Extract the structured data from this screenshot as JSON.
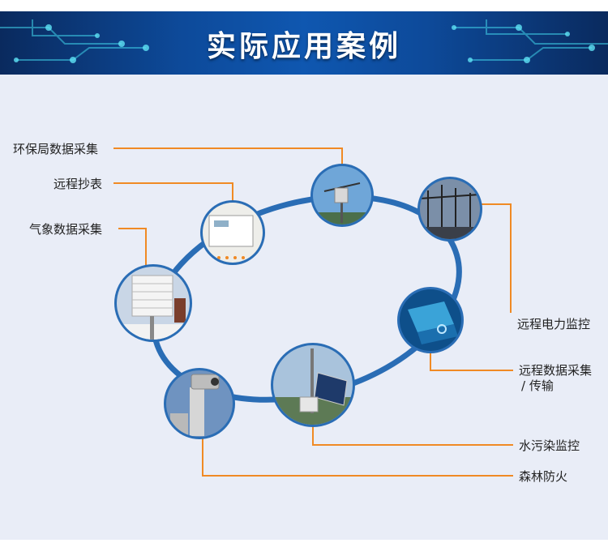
{
  "banner": {
    "title": "实际应用案例"
  },
  "colors": {
    "ring": "#2a6db5",
    "leader": "#f08a24",
    "banner": "#0d4a9a",
    "panel": "#e9edf7"
  },
  "applications": [
    {
      "label": "环保局数据采集",
      "icon": "weather-station-icon"
    },
    {
      "label": "远程抄表",
      "icon": "electric-meter-icon"
    },
    {
      "label": "气象数据采集",
      "icon": "weather-shelter-icon"
    },
    {
      "label": "远程电力监控",
      "icon": "substation-icon"
    },
    {
      "label": "远程数据采集",
      "label2": "/ 传输",
      "icon": "laptop-network-icon"
    },
    {
      "label": "水污染监控",
      "icon": "solar-monitoring-station-icon"
    },
    {
      "label": "森林防火",
      "icon": "surveillance-camera-icon"
    }
  ]
}
